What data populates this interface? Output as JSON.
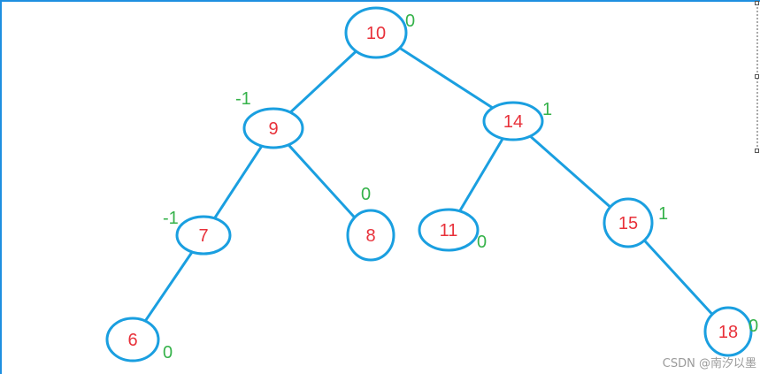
{
  "diagram": {
    "edge_color": "#1a9fe0",
    "node_text_color": "#e8313a",
    "balance_text_color": "#35b24a",
    "nodes": [
      {
        "id": "n10",
        "value": "10",
        "balance": "0"
      },
      {
        "id": "n9",
        "value": "9",
        "balance": "-1"
      },
      {
        "id": "n14",
        "value": "14",
        "balance": "1"
      },
      {
        "id": "n7",
        "value": "7",
        "balance": "-1"
      },
      {
        "id": "n8",
        "value": "8",
        "balance": "0"
      },
      {
        "id": "n11",
        "value": "11",
        "balance": "0"
      },
      {
        "id": "n15",
        "value": "15",
        "balance": "1"
      },
      {
        "id": "n6",
        "value": "6",
        "balance": "0"
      },
      {
        "id": "n18",
        "value": "18",
        "balance": "0"
      }
    ],
    "edges": [
      {
        "from": "n10",
        "to": "n9"
      },
      {
        "from": "n10",
        "to": "n14"
      },
      {
        "from": "n9",
        "to": "n7"
      },
      {
        "from": "n9",
        "to": "n8"
      },
      {
        "from": "n14",
        "to": "n11"
      },
      {
        "from": "n14",
        "to": "n15"
      },
      {
        "from": "n7",
        "to": "n6"
      },
      {
        "from": "n15",
        "to": "n18"
      }
    ]
  },
  "watermark": "CSDN @南汐以墨"
}
